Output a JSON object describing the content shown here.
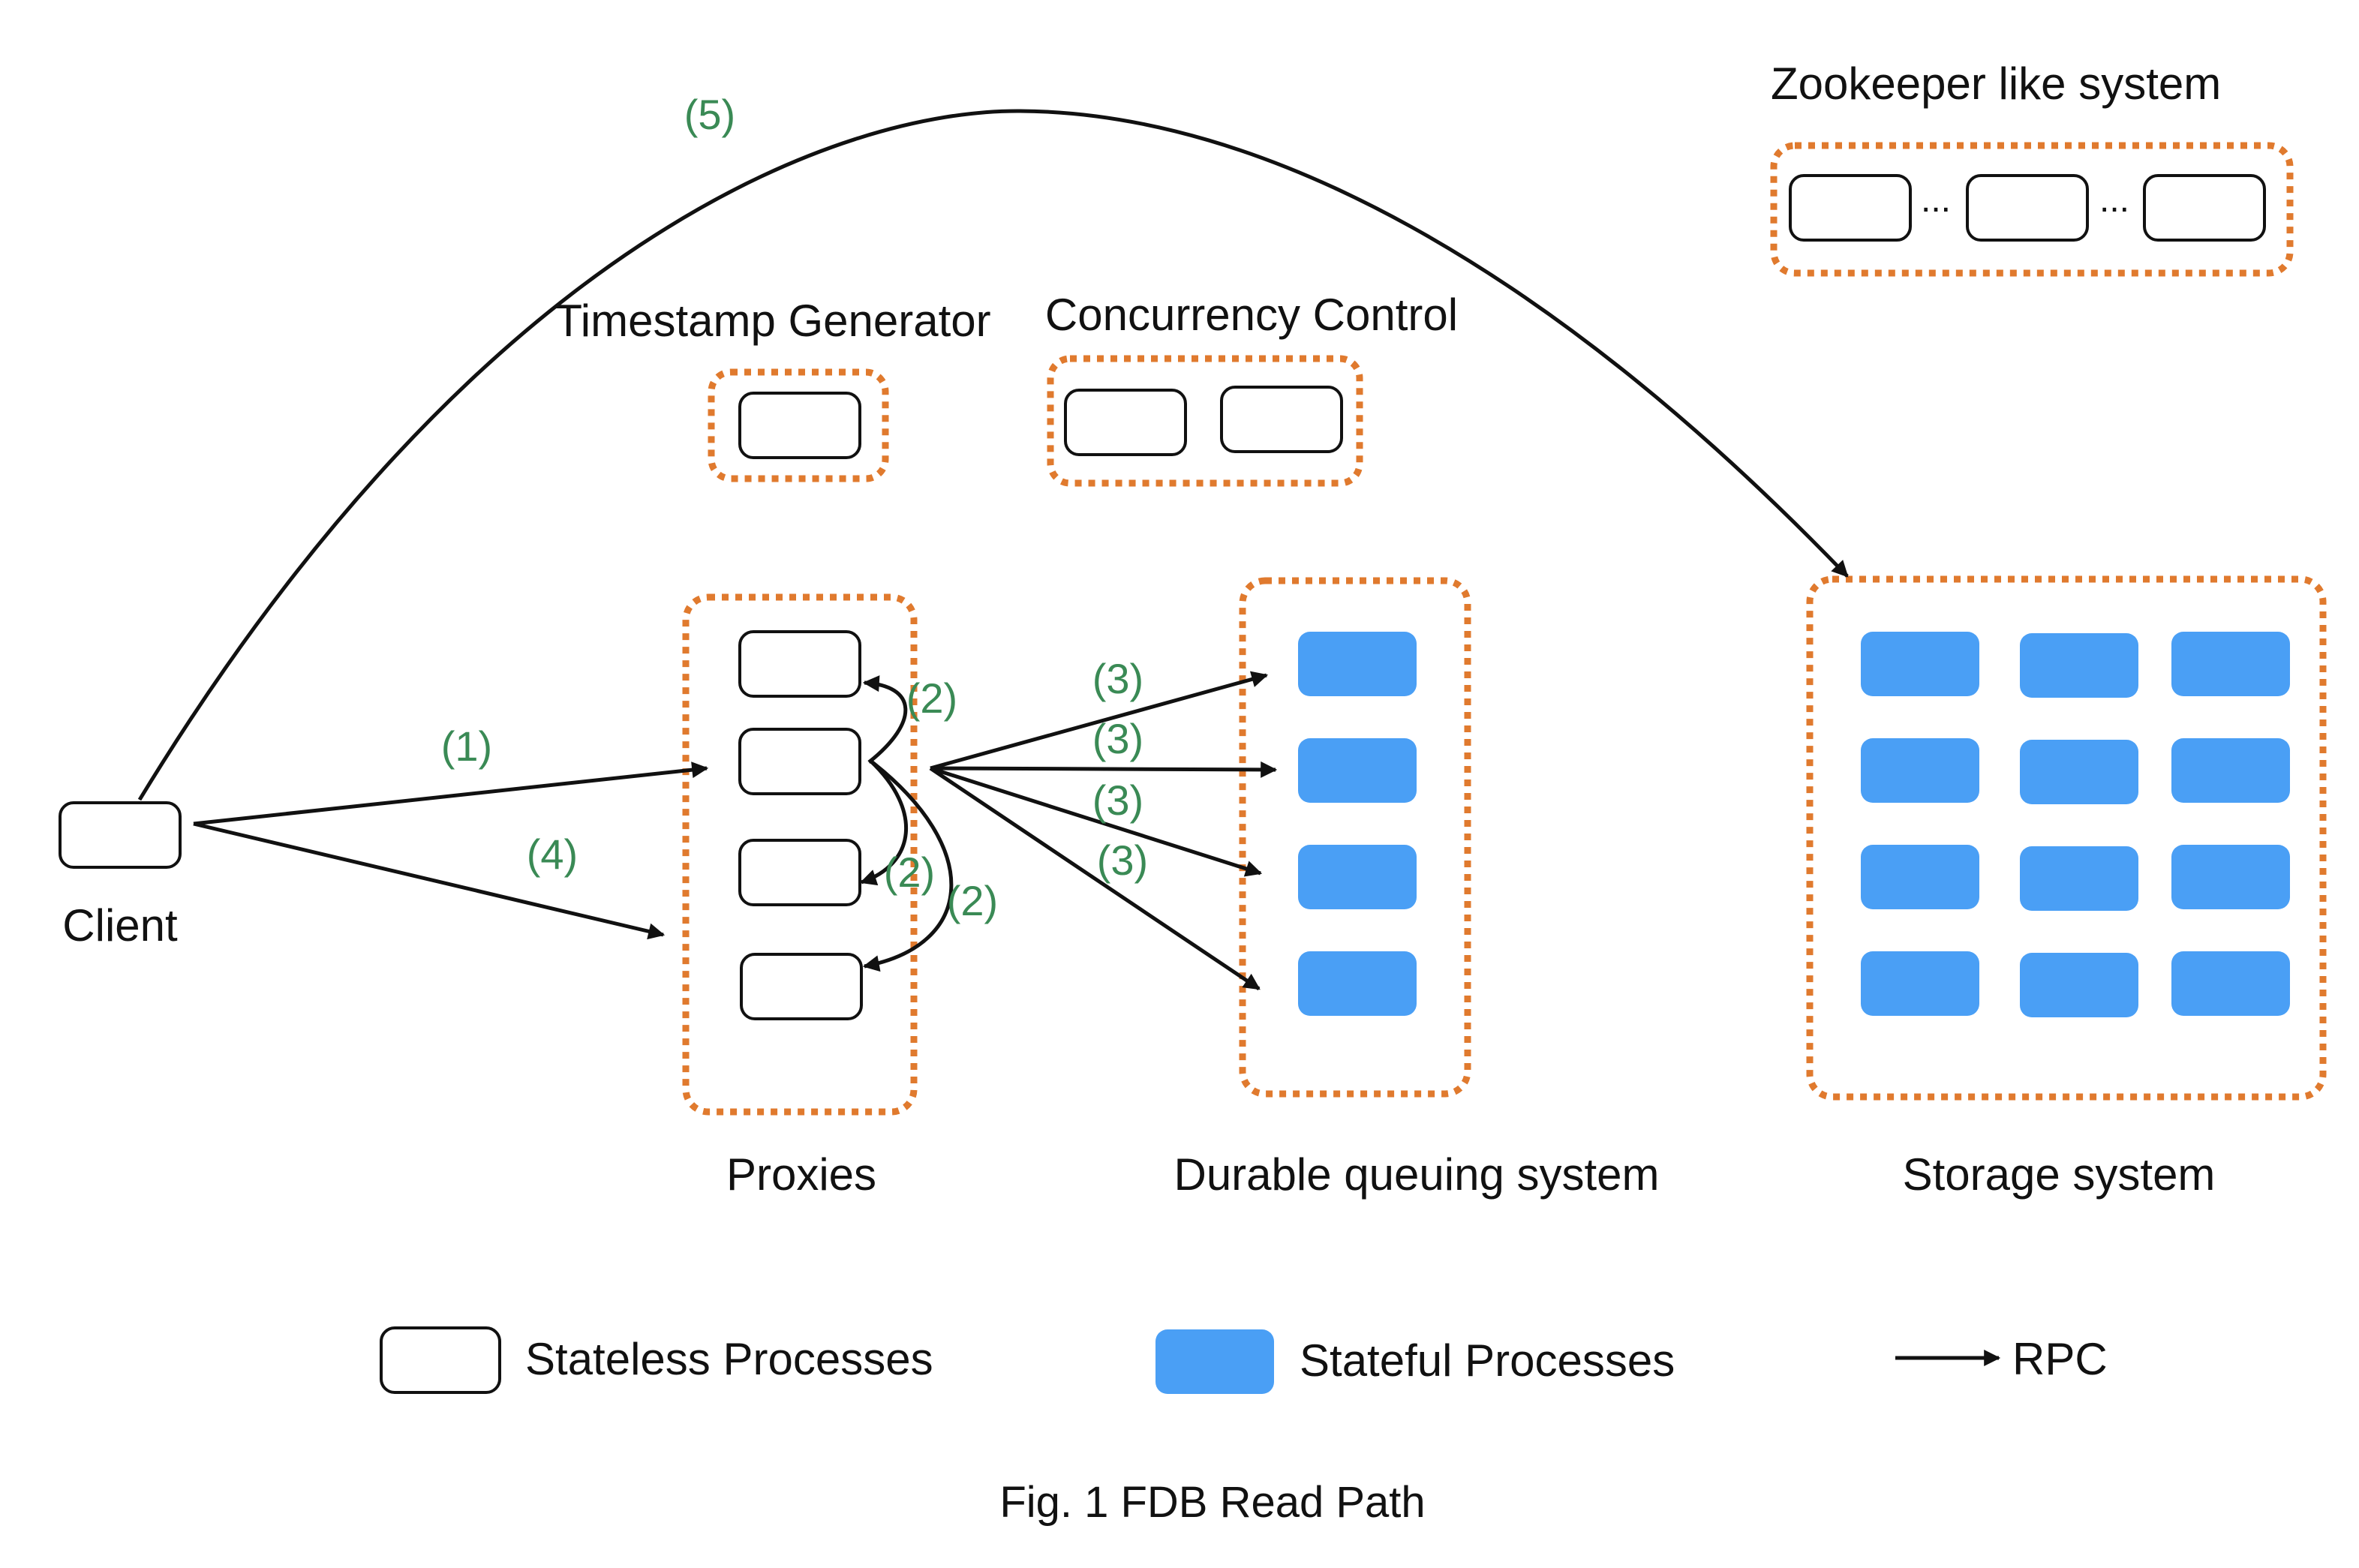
{
  "groups": {
    "zookeeper": "Zookeeper like system",
    "timestamp": "Timestamp Generator",
    "concurrency": "Concurrency Control",
    "client": "Client",
    "proxies": "Proxies",
    "queuing": "Durable queuing system",
    "storage": "Storage system"
  },
  "zookeeper_ellipsis": [
    "...",
    "..."
  ],
  "steps": {
    "s1": "(1)",
    "s2": "(2)",
    "s3": "(3)",
    "s4": "(4)",
    "s5": "(5)"
  },
  "legend": {
    "stateless": "Stateless Processes",
    "stateful": "Stateful Processes",
    "rpc": "RPC"
  },
  "caption": "Fig. 1 FDB Read Path",
  "colors": {
    "group_border": "#e07a2e",
    "stateful_fill": "#4a9ff5",
    "step_label": "#3a8a55",
    "stroke": "#111111"
  }
}
